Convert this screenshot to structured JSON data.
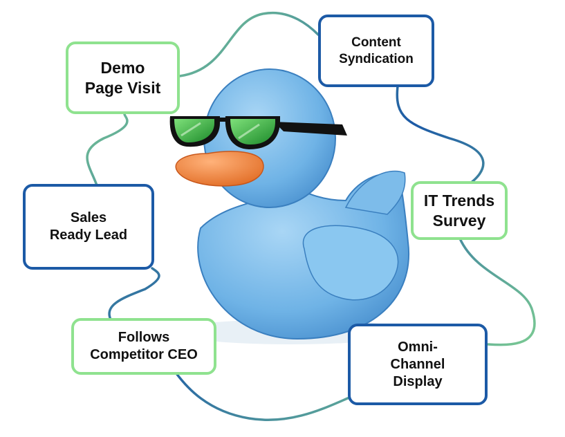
{
  "colors": {
    "green_border": "#8fe28f",
    "blue_border": "#1c5aa6",
    "duck_body": "#6fb3e6",
    "beak": "#f08a3c",
    "lens": "#2fae3a"
  },
  "illustration": {
    "subject": "duck-with-sunglasses"
  },
  "nodes": [
    {
      "id": "demo",
      "label": "Demo\nPage Visit",
      "style": "green"
    },
    {
      "id": "content",
      "label": "Content\nSyndication",
      "style": "blue"
    },
    {
      "id": "it",
      "label": "IT Trends\nSurvey",
      "style": "green"
    },
    {
      "id": "sales",
      "label": "Sales\nReady Lead",
      "style": "blue"
    },
    {
      "id": "follows",
      "label": "Follows\nCompetitor CEO",
      "style": "green"
    },
    {
      "id": "omni",
      "label": "Omni-\nChannel\nDisplay",
      "style": "blue"
    }
  ]
}
